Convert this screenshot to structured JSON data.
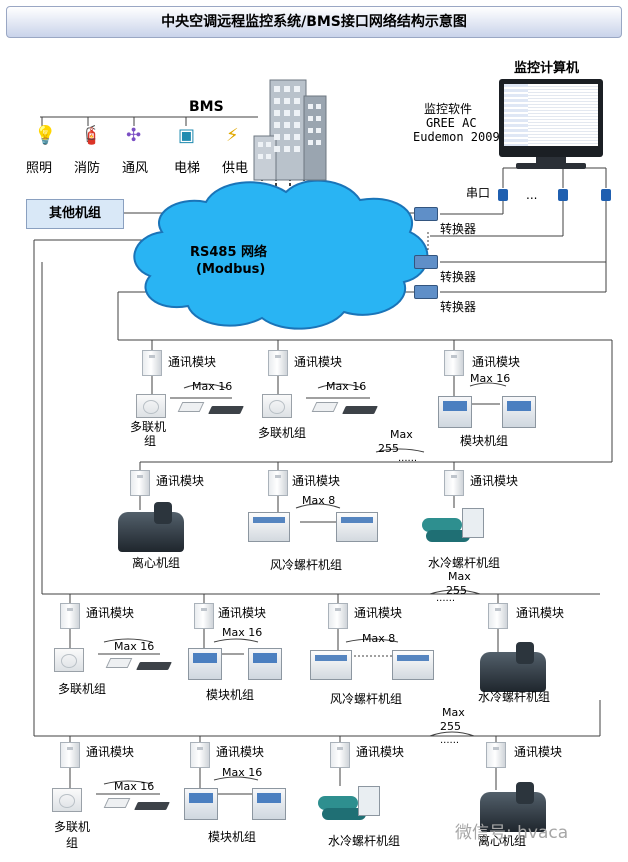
{
  "title": "中央空调远程监控系统/BMS接口网络结构示意图",
  "bms": {
    "label": "BMS",
    "subsystems": [
      "照明",
      "消防",
      "通风",
      "电梯",
      "供电"
    ],
    "icons": [
      "lightbulb-icon",
      "fire-extinguisher-icon",
      "fan-icon",
      "elevator-icon",
      "lightning-icon"
    ]
  },
  "other_units": "其他机组",
  "network": {
    "line1": "RS485 网络",
    "line2": "(Modbus)"
  },
  "computer": {
    "label": "监控计算机",
    "software": [
      "监控软件",
      "GREE AC",
      "Eudemon 2009"
    ],
    "serial_port": "串口",
    "dots": "..."
  },
  "converter": "转换器",
  "comm_module": "通讯模块",
  "ellipsis": "......",
  "units": {
    "multi": "多联机组",
    "multi_a": "多联机",
    "multi_b": "组",
    "module": "模块机组",
    "centrifugal": "离心机组",
    "air_screw": "风冷螺杆机组",
    "water_screw": "水冷螺杆机组",
    "cent_tail": "离心机组"
  },
  "max": {
    "m16": "Max 16",
    "m8": "Max 8",
    "max": "Max",
    "n255": "255"
  },
  "watermark": "微信号: hvaca"
}
